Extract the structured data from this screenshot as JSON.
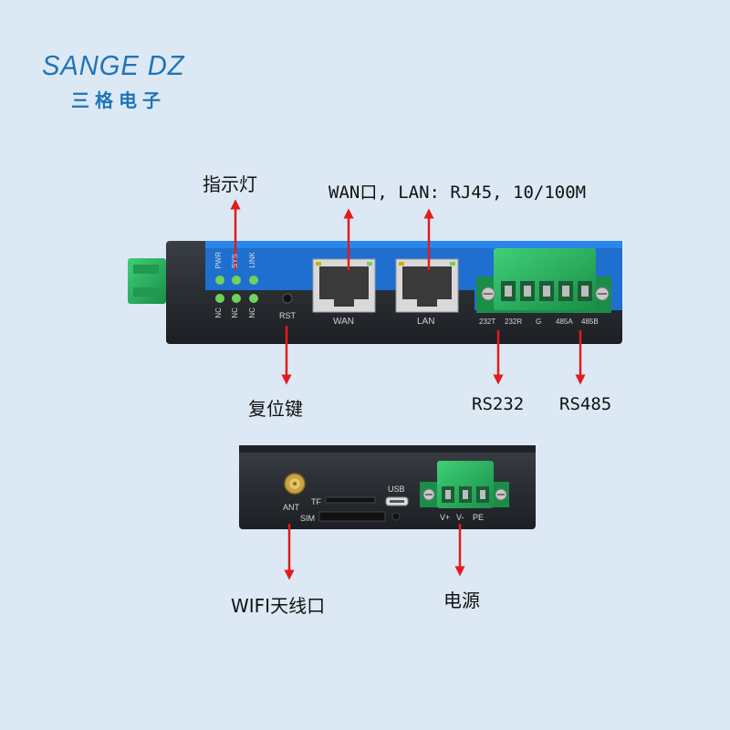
{
  "brand": {
    "name": "SANGE DZ",
    "subtitle": "三格电子"
  },
  "callouts": {
    "leds": "指示灯",
    "ethernet": "WAN口, LAN: RJ45, 10/100M",
    "reset": "复位键",
    "rs232": "RS232",
    "rs485": "RS485",
    "wifi": "WIFI天线口",
    "power": "电源"
  },
  "front_panel": {
    "led_labels_top": [
      "PWR",
      "SYS",
      "LINK"
    ],
    "led_labels_bottom": [
      "NC",
      "NC",
      "NC"
    ],
    "reset_label": "RST",
    "wan_label": "WAN",
    "lan_label": "LAN",
    "terminal_labels": [
      "232T",
      "232R",
      "G",
      "485A",
      "485B"
    ]
  },
  "back_panel": {
    "ant_label": "ANT",
    "tf_label": "TF",
    "sim_label": "SIM",
    "usb_label": "USB",
    "power_terminal_labels": [
      "V+",
      "V-",
      "PE"
    ]
  },
  "colors": {
    "background": "#dce9f4",
    "brand": "#1f74b8",
    "arrow": "#e21c1c",
    "panel_blue": "#1e6fd0",
    "terminal_green": "#22a35a",
    "led_green": "#6fd35a"
  }
}
